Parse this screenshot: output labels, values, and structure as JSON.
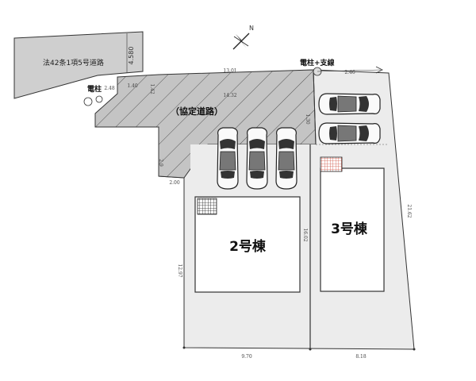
{
  "road_labels": {
    "public_road": "法42条1項5号道路",
    "agreement_road": "（協定道路）",
    "road_width": "4.580"
  },
  "buildings": {
    "unit2": "2号棟",
    "unit3": "3号棟"
  },
  "annotations": {
    "pole_with_stay": "電柱+支線",
    "pole": "電柱",
    "north_mark": "N"
  },
  "dimensions": {
    "road_top": "13.01",
    "road_mid": "14.32",
    "left_top_a": "2.48",
    "left_top_b": "1.40",
    "left_top_c": "1.42",
    "road_right": "1.30",
    "lot_left_upper": "2.9",
    "lot_corner": "2.00",
    "lot_left": "12.97",
    "lot_mid": "16.02",
    "lot_bottom_left": "9.70",
    "lot_bottom_right": "8.18",
    "lot_right": "21.62",
    "top_right": "2.46"
  },
  "colors": {
    "lot_fill": "#ececec",
    "road_fill": "#c9c9c9",
    "line": "#333333"
  }
}
